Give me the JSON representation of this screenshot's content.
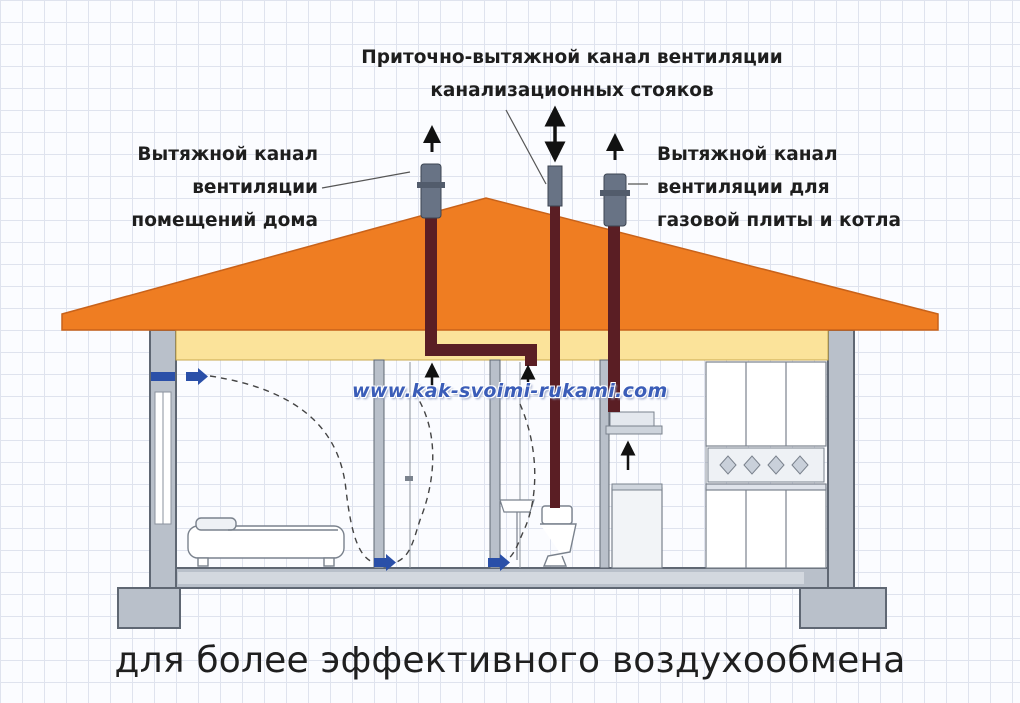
{
  "labels": {
    "supply_exhaust_line1": "Приточно-вытяжной канал вентиляции",
    "supply_exhaust_line2": "канализационных стояков",
    "rooms_line1": "Вытяжной канал",
    "rooms_line2": "вентиляции",
    "rooms_line3": "помещений дома",
    "gas_line1": "Вытяжной канал",
    "gas_line2": "вентиляции для",
    "gas_line3": "газовой плиты и котла"
  },
  "watermark": "www.kak-svoimi-rukami.com",
  "caption": "для более эффективного воздухообмена",
  "colors": {
    "roof": "#ef7d22",
    "attic": "#fbe39a",
    "wall": "#b9c0ca",
    "duct": "#5a1e24",
    "airflow_arrow": "#2a4fa8"
  }
}
